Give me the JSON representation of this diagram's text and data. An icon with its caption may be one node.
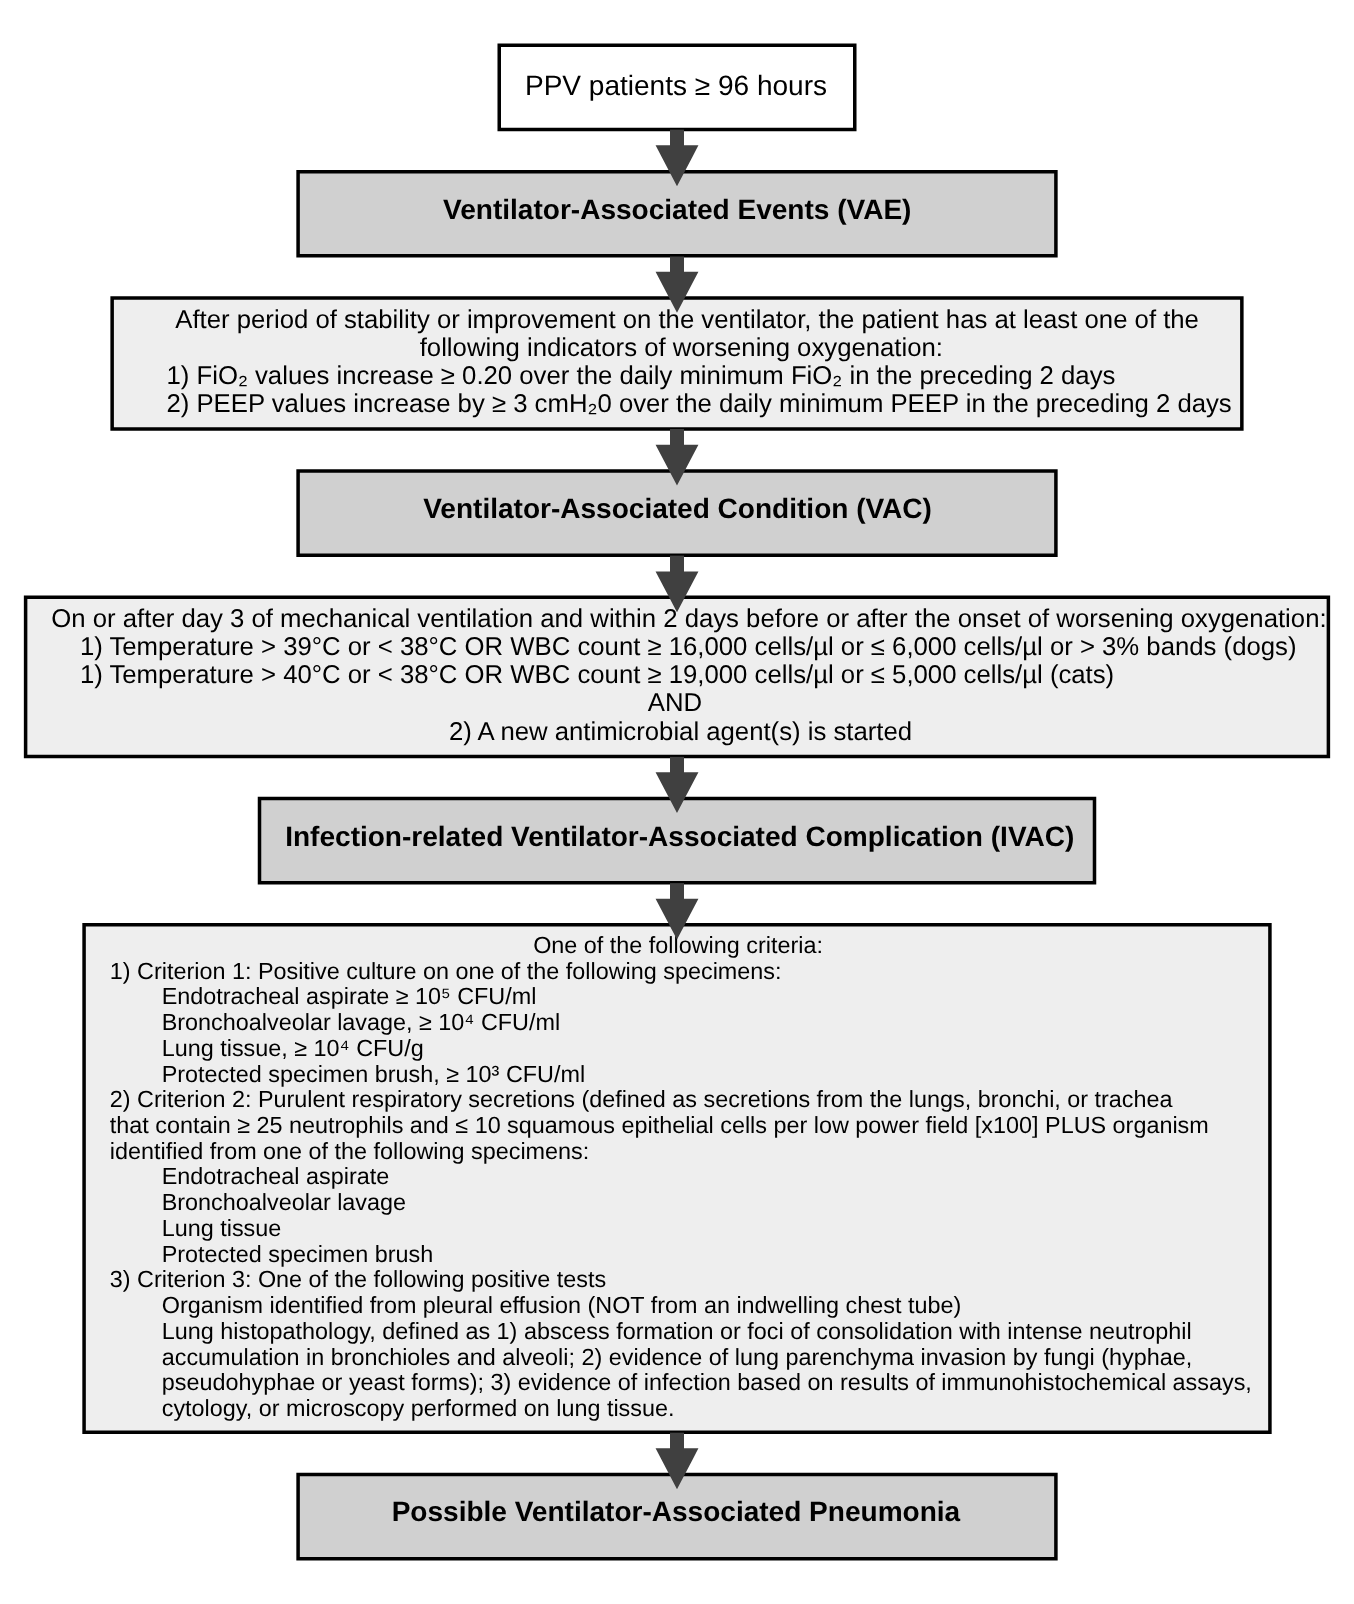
{
  "diagram": {
    "nodes": [
      {
        "text": [
          "PPV patients ≥ 96 hours"
        ]
      },
      {
        "text": [
          "Ventilator-Associated Events (VAE)"
        ]
      },
      {
        "text": [
          "After period of stability or improvement on the ventilator, the patient has at least one of the following indicators of worsening oxygenation:",
          "1) FiO₂ values increase ≥ 0.20 over the daily minimum FiO₂ in the preceding 2 days",
          "2) PEEP values increase by ≥ 3 cmH₂0 over the daily minimum PEEP in the preceding 2 days"
        ]
      },
      {
        "text": [
          "Ventilator-Associated Condition (VAC)"
        ]
      },
      {
        "text": [
          "On or after day 3 of mechanical ventilation and within 2 days before or after the onset of worsening oxygenation:",
          "1) Temperature > 39°C or < 38°C OR WBC count ≥ 16,000 cells/µl or ≤ 6,000 cells/µl or > 3% bands (dogs)",
          "1) Temperature > 40°C or < 38°C OR WBC count ≥ 19,000 cells/µl or ≤ 5,000 cells/µl (cats)",
          "AND",
          "2) A new antimicrobial agent(s) is started"
        ]
      },
      {
        "text": [
          "Infection-related Ventilator-Associated Complication (IVAC)"
        ]
      },
      {
        "text": [
          "One of the following criteria:",
          "1) Criterion 1: Positive culture on one of the following specimens:",
          "Endotracheal aspirate ≥ 10⁵ CFU/ml",
          "Bronchoalveolar lavage, ≥ 10⁴ CFU/ml",
          "Lung tissue, ≥ 10⁴ CFU/g",
          "Protected specimen brush, ≥ 10³ CFU/ml",
          "2) Criterion 2: Purulent respiratory secretions (defined as secretions from the lungs, bronchi, or trachea that contain ≥ 25 neutrophils and ≤ 10 squamous epithelial cells per low power field [x100] PLUS organism identified from one of the following specimens:",
          "Endotracheal aspirate",
          "Bronchoalveolar lavage",
          "Lung tissue",
          "Protected specimen brush",
          "3) Criterion 3: One of the following positive tests",
          "Organism identified from pleural effusion (NOT from an indwelling chest tube)",
          "Lung histopathology, defined as 1) abscess formation or foci of consolidation with intense neutrophil accumulation in bronchioles and alveoli; 2) evidence of lung parenchyma invasion by fungi (hyphae, pseudohyphae or yeast forms); 3) evidence of infection based on results of immunohistochemical assays, cytology, or microscopy performed on lung tissue."
        ]
      },
      {
        "text": [
          "Possible Ventilator-Associated Pneumonia"
        ]
      }
    ],
    "edges": [
      {
        "from": 0,
        "to": 1,
        "arrow": "to"
      },
      {
        "from": 1,
        "to": 2,
        "arrow": "to"
      },
      {
        "from": 2,
        "to": 3,
        "arrow": "to"
      },
      {
        "from": 3,
        "to": 4,
        "arrow": "to"
      },
      {
        "from": 4,
        "to": 5,
        "arrow": "to"
      },
      {
        "from": 5,
        "to": 6,
        "arrow": "to"
      },
      {
        "from": 6,
        "to": 7,
        "arrow": "to"
      }
    ]
  }
}
